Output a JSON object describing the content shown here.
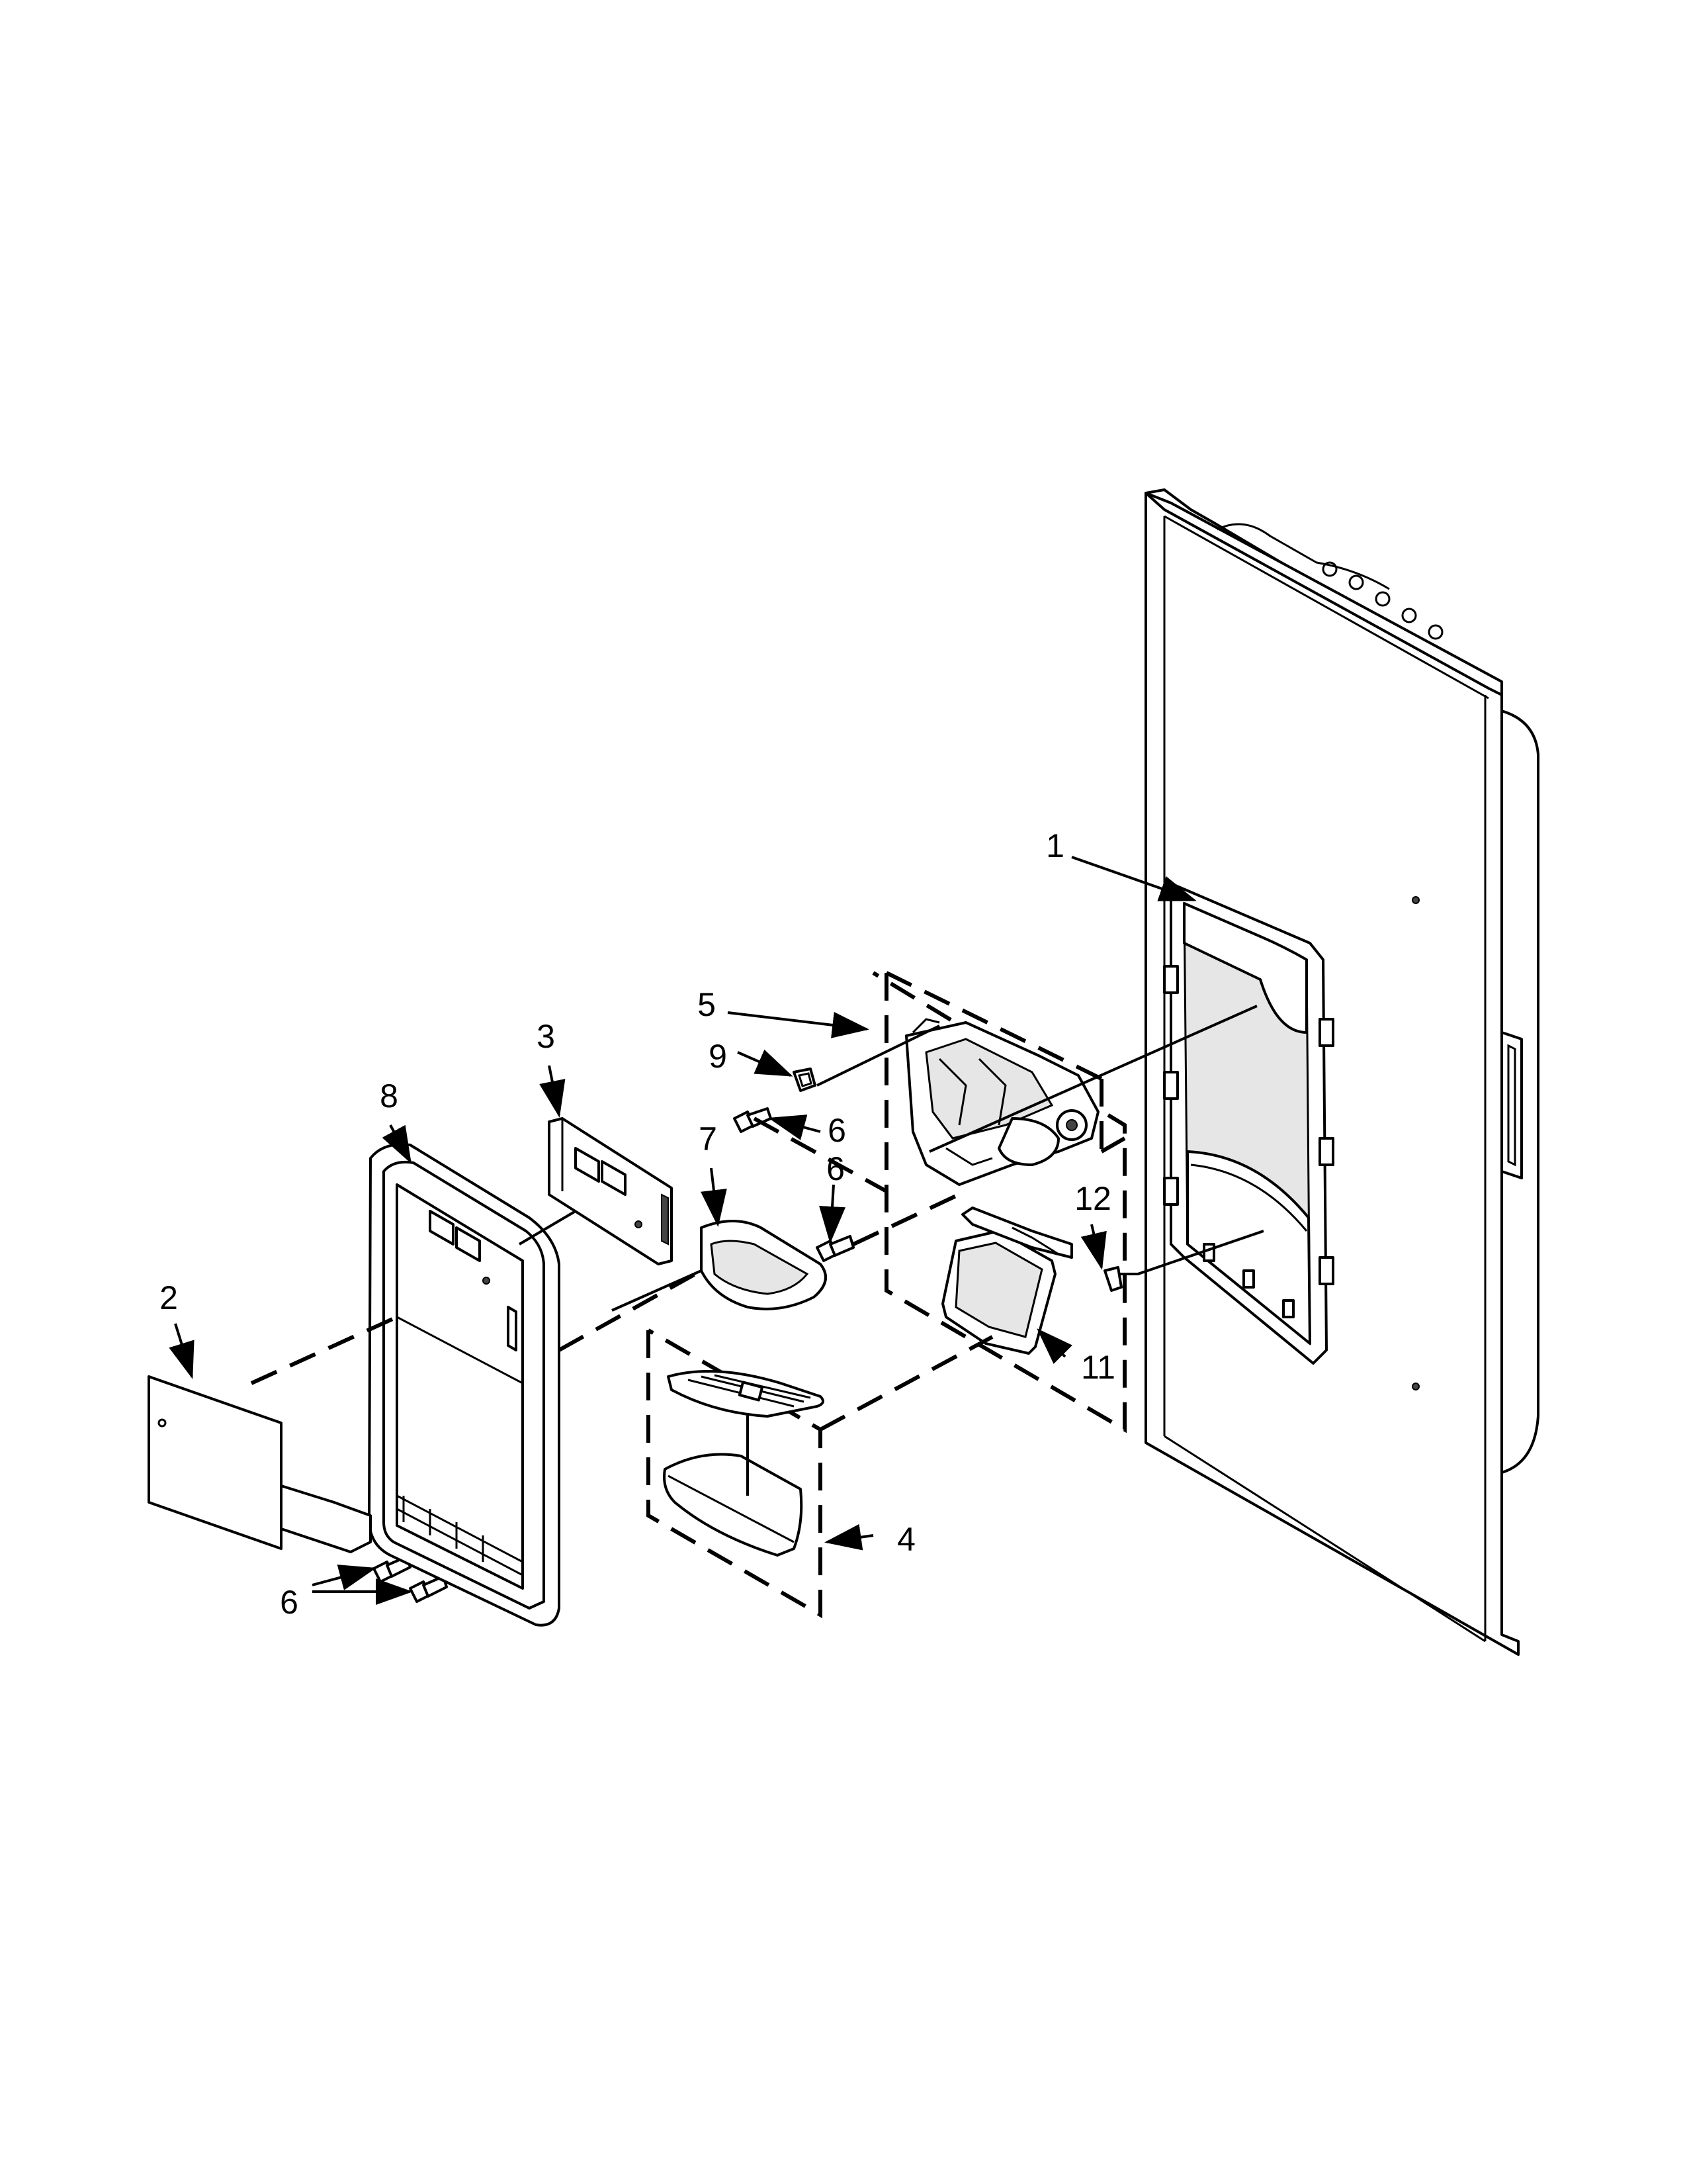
{
  "diagram": {
    "callouts": [
      {
        "id": "1",
        "label": "1"
      },
      {
        "id": "2",
        "label": "2"
      },
      {
        "id": "3",
        "label": "3"
      },
      {
        "id": "4",
        "label": "4"
      },
      {
        "id": "5",
        "label": "5"
      },
      {
        "id": "6a",
        "label": "6"
      },
      {
        "id": "6b",
        "label": "6"
      },
      {
        "id": "6c",
        "label": "6"
      },
      {
        "id": "7",
        "label": "7"
      },
      {
        "id": "8",
        "label": "8"
      },
      {
        "id": "9",
        "label": "9"
      },
      {
        "id": "11",
        "label": "11"
      },
      {
        "id": "12",
        "label": "12"
      }
    ],
    "colors": {
      "line": "#000000",
      "background": "#ffffff",
      "shade": "#e6e6e6"
    }
  }
}
